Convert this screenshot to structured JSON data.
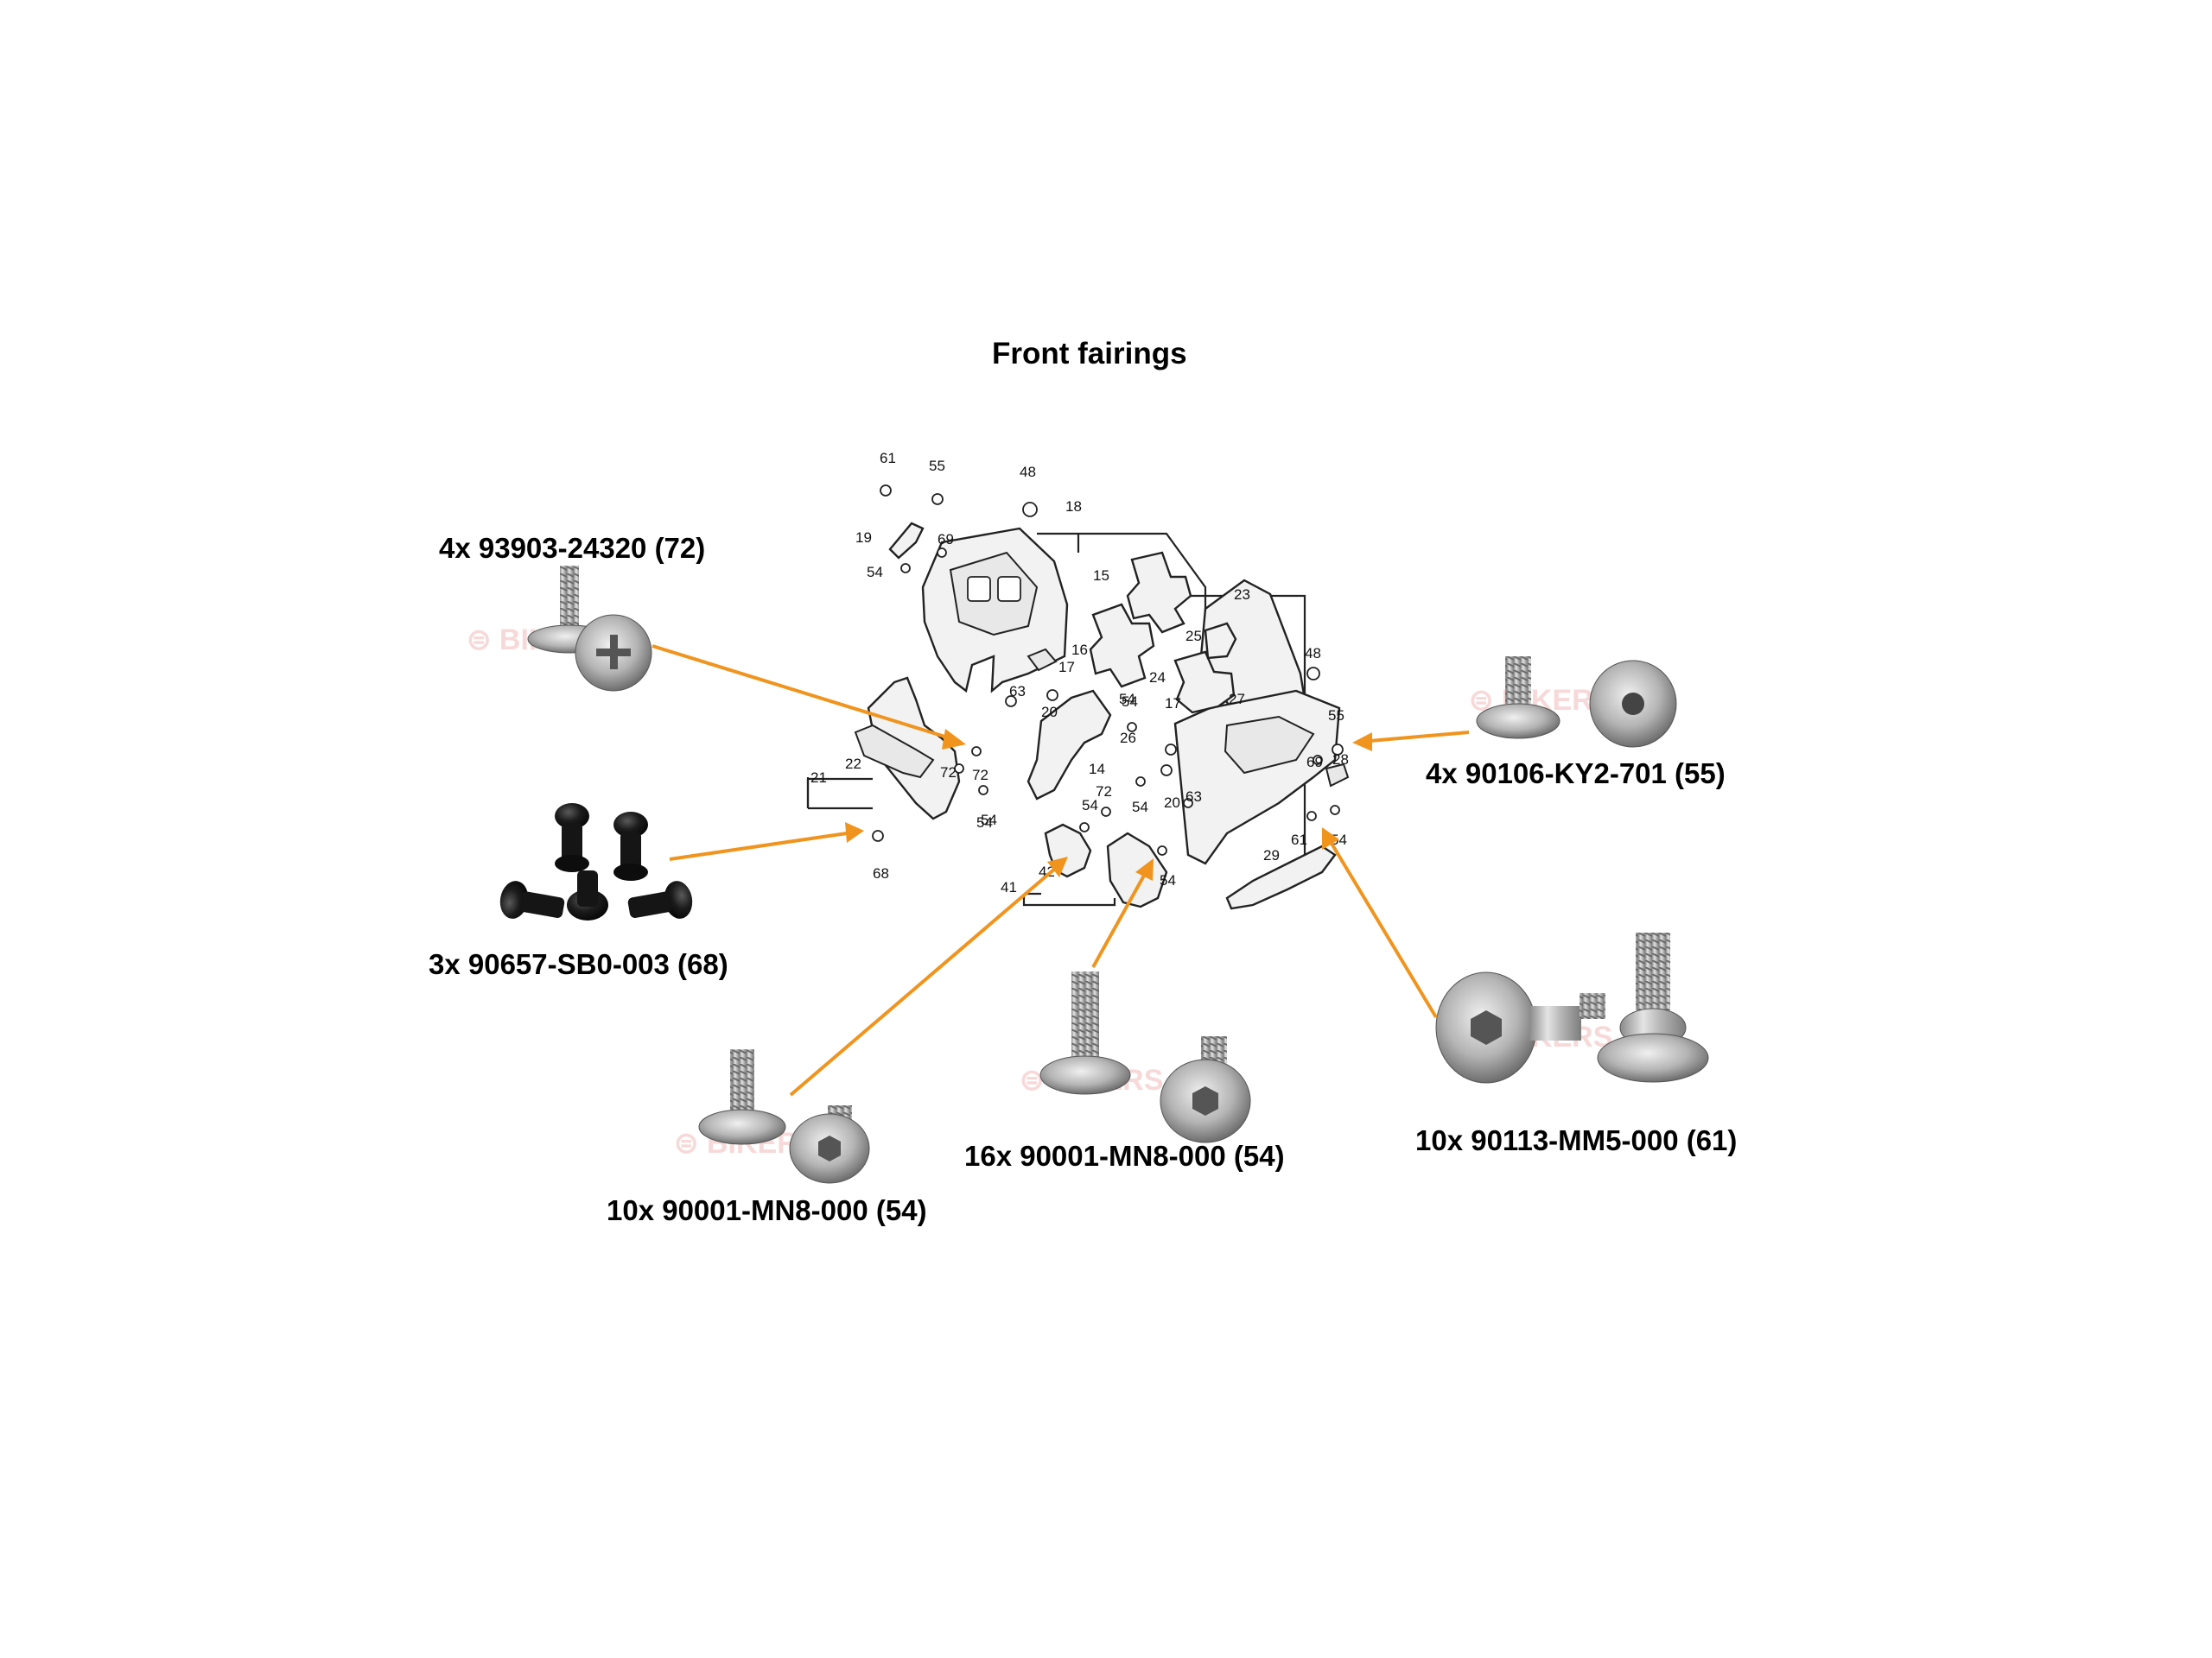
{
  "title": "Front fairings",
  "accent_color": "#f0941e",
  "captions": {
    "c72": "4x 93903-24320 (72)",
    "c68": "3x 90657-SB0-003 (68)",
    "c55": "4x 90106-KY2-701 (55)",
    "c54a": "10x 90001-MN8-000 (54)",
    "c54b": "16x 90001-MN8-000 (54)",
    "c61": "10x 90113-MM5-000 (61)"
  },
  "callouts": [
    "61",
    "55",
    "48",
    "18",
    "19",
    "69",
    "54",
    "15",
    "23",
    "16",
    "17",
    "25",
    "24",
    "63",
    "20",
    "27",
    "48",
    "55",
    "17",
    "54",
    "26",
    "28",
    "69",
    "22",
    "72",
    "21",
    "14",
    "54",
    "72",
    "63",
    "20",
    "54",
    "54",
    "61",
    "54",
    "54",
    "42",
    "41",
    "54",
    "29",
    "68",
    "54",
    "72"
  ],
  "icons": {
    "tapping_screw": "phillips-tapping-screw-icon",
    "rivet_clip": "black-push-rivet-icon",
    "hex_bolt": "hex-socket-bolt-icon",
    "shoulder_bolt": "shoulder-bolt-icon"
  }
}
